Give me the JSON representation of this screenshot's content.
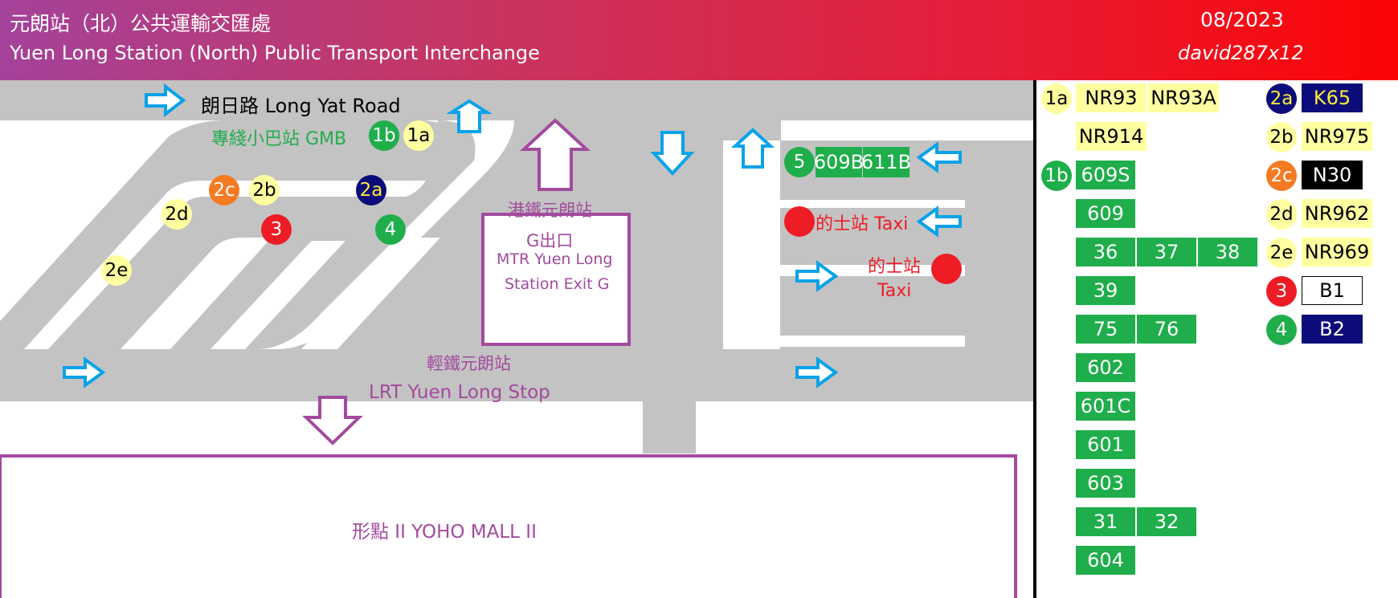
{
  "header": {
    "title_zh": "元朗站（北）公共運輸交匯處",
    "title_en": "Yuen Long Station (North) Public Transport Interchange",
    "date": "08/2023",
    "author": "david287x12"
  },
  "map": {
    "road_label": "朗日路 Long Yat Road",
    "gmb_label": "專綫小巴站 GMB",
    "mtr_zh_1": "港鐵元朗站",
    "mtr_zh_2": "G出口",
    "mtr_en_1": "MTR Yuen Long",
    "mtr_en_2": "Station Exit G",
    "lrt_zh": "輕鐵元朗站",
    "lrt_en": "LRT Yuen Long Stop",
    "mall": "形點 II YOHO MALL II",
    "taxi_1": "的士站 Taxi",
    "taxi_2_zh": "的士站",
    "taxi_2_en": "Taxi",
    "stops": {
      "s1b": "1b",
      "s1a": "1a",
      "s2c": "2c",
      "s2b": "2b",
      "s2a": "2a",
      "s2d": "2d",
      "s3": "3",
      "s4": "4",
      "s2e": "2e",
      "s5": "5"
    },
    "stop5_routes": [
      "609B",
      "611B"
    ]
  },
  "legend": {
    "stop_1a": "1a",
    "stop_1a_routes": [
      "NR93",
      "NR93A",
      "NR914"
    ],
    "stop_1b": "1b",
    "stop_1b_routes": [
      "609S",
      "609",
      "36",
      "37",
      "38",
      "39",
      "75",
      "76",
      "602",
      "601C",
      "601",
      "603",
      "31",
      "32",
      "604"
    ],
    "stop_2a": "2a",
    "route_2a": "K65",
    "stop_2b": "2b",
    "route_2b": "NR975",
    "stop_2c": "2c",
    "route_2c": "N30",
    "stop_2d": "2d",
    "route_2d": "NR962",
    "stop_2e": "2e",
    "route_2e": "NR969",
    "stop_3": "3",
    "route_3": "B1",
    "stop_4": "4",
    "route_4": "B2"
  },
  "colors": {
    "road": "#c3c3c3",
    "arrow": "#0aa2e8",
    "purple": "#a24a9e",
    "minibus_green": "#1fae4b",
    "red": "#ee1c25",
    "yellow": "#ffffa0",
    "navy": "#0c0c7a",
    "orange": "#f57a22"
  }
}
